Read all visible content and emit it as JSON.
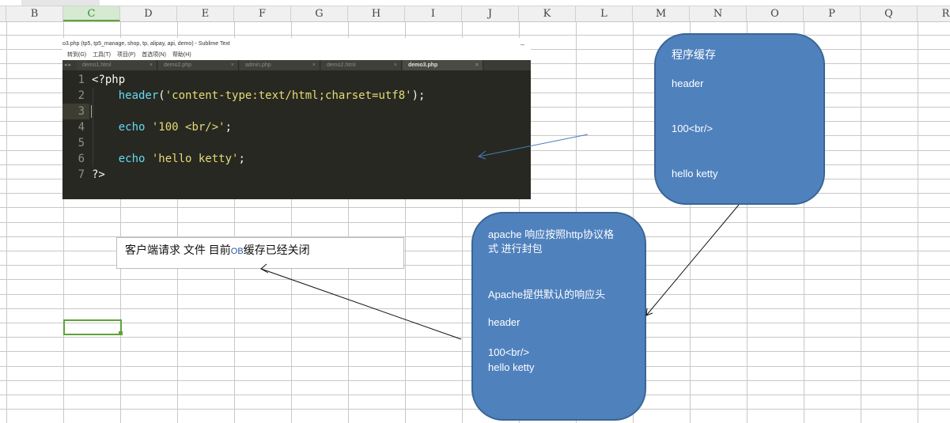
{
  "spreadsheet": {
    "columns": [
      "B",
      "C",
      "D",
      "E",
      "F",
      "G",
      "H",
      "I",
      "J",
      "K",
      "L",
      "M",
      "N",
      "O",
      "P",
      "Q",
      "R"
    ],
    "active_column": "C",
    "accent_color": "#5ea33a"
  },
  "sublime": {
    "title": "o3.php (tp5, tp5_manage, shop, tp, alipay, api, demo) - Sublime Text",
    "minimize": "–",
    "menu": [
      "转到(G)",
      "工具(T)",
      "项目(P)",
      "首选项(N)",
      "帮助(H)"
    ],
    "nav": "◂ ▸",
    "tabs": [
      {
        "label": "demo1.html",
        "active": false
      },
      {
        "label": "demo2.php",
        "active": false
      },
      {
        "label": "admin.php",
        "active": false
      },
      {
        "label": "demo2.html",
        "active": false
      },
      {
        "label": "demo3.php",
        "active": true
      }
    ],
    "tab_close": "×",
    "lines": [
      {
        "num": "1",
        "parts": [
          {
            "t": "<?php",
            "c": "pun"
          }
        ]
      },
      {
        "num": "2",
        "parts": [
          {
            "t": "    "
          },
          {
            "t": "header",
            "c": "kw"
          },
          {
            "t": "(",
            "c": "pun"
          },
          {
            "t": "'content-type:text/html;charset=utf8'",
            "c": "str"
          },
          {
            "t": ");",
            "c": "pun"
          }
        ]
      },
      {
        "num": "3",
        "parts": []
      },
      {
        "num": "4",
        "parts": [
          {
            "t": "    "
          },
          {
            "t": "echo",
            "c": "kw"
          },
          {
            "t": " "
          },
          {
            "t": "'100 <br/>'",
            "c": "str"
          },
          {
            "t": ";",
            "c": "pun"
          }
        ]
      },
      {
        "num": "5",
        "parts": []
      },
      {
        "num": "6",
        "parts": [
          {
            "t": "    "
          },
          {
            "t": "echo",
            "c": "kw"
          },
          {
            "t": " "
          },
          {
            "t": "'hello ketty'",
            "c": "str"
          },
          {
            "t": ";",
            "c": "pun"
          }
        ]
      },
      {
        "num": "7",
        "parts": [
          {
            "t": "?>",
            "c": "pun"
          }
        ]
      }
    ]
  },
  "client_box": {
    "text_before": "客户端请求 文件 目前",
    "text_ob": "OB",
    "text_after": "缓存已经关闭"
  },
  "program_cache_box": {
    "title": "程序缓存",
    "line1": "header",
    "line2": "100<br/>",
    "line3": "hello ketty",
    "fill_color": "#4f81bd"
  },
  "apache_box": {
    "line1": "apache 响应按照http协议格",
    "line2": "式 进行封包",
    "line3": "Apache提供默认的响应头",
    "line4": "header",
    "line5": "100<br/>",
    "line6": "hello ketty"
  }
}
